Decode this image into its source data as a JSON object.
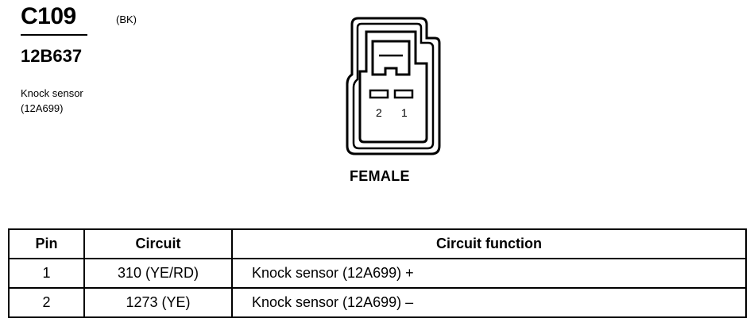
{
  "connector": {
    "id": "C109",
    "color_code": "(BK)",
    "part_number": "12B637",
    "description_line1": "Knock sensor",
    "description_line2": "(12A699)",
    "gender": "FEMALE",
    "cavity_labels": [
      "2",
      "1"
    ]
  },
  "table": {
    "headers": [
      "Pin",
      "Circuit",
      "Circuit function"
    ],
    "rows": [
      [
        "1",
        "310 (YE/RD)",
        "Knock sensor (12A699) +"
      ],
      [
        "2",
        "1273 (YE)",
        "Knock sensor (12A699) –"
      ]
    ]
  }
}
